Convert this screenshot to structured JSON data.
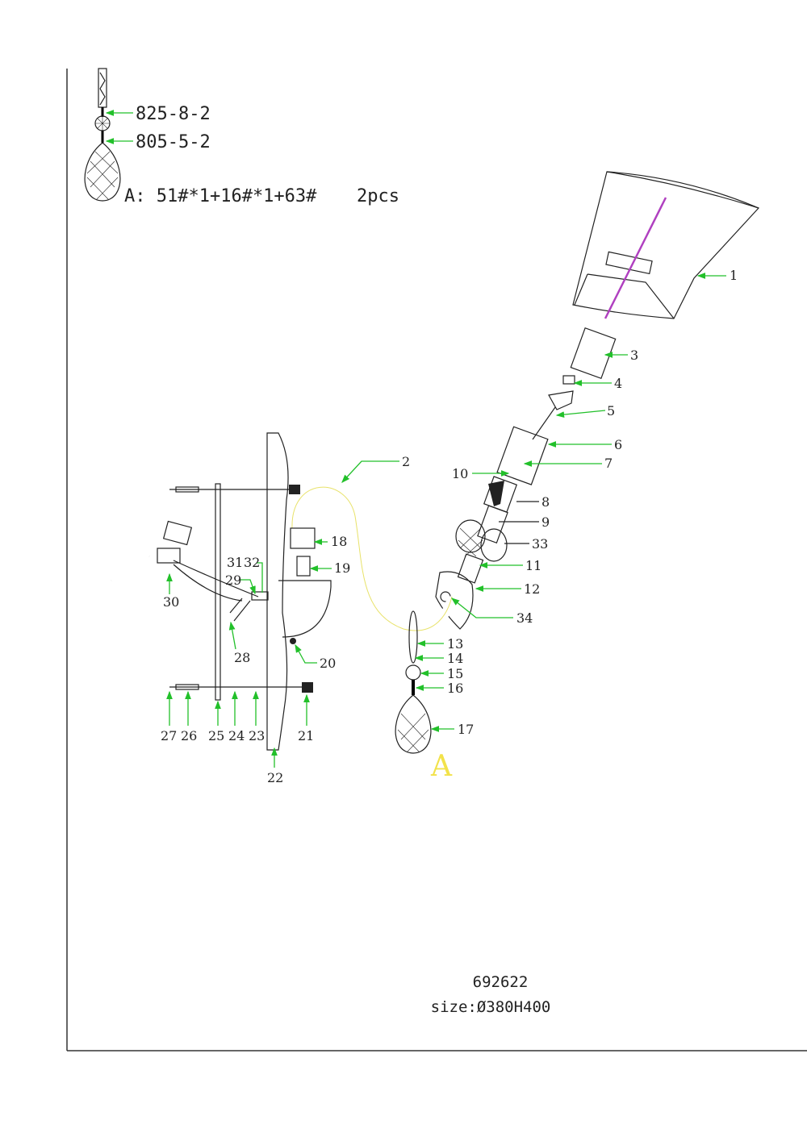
{
  "detail_a": {
    "callouts": [
      "825-8-2",
      "805-5-2"
    ],
    "spec": "A: 51#*1+16#*1+63#",
    "qty": "2pcs"
  },
  "callouts": {
    "p1": "1",
    "p2": "2",
    "p3": "3",
    "p4": "4",
    "p5": "5",
    "p6": "6",
    "p7": "7",
    "p8": "8",
    "p9": "9",
    "p10": "10",
    "p11": "11",
    "p12": "12",
    "p13": "13",
    "p14": "14",
    "p15": "15",
    "p16": "16",
    "p17": "17",
    "p18": "18",
    "p19": "19",
    "p20": "20",
    "p21": "21",
    "p22": "22",
    "p23": "23",
    "p24": "24",
    "p25": "25",
    "p26": "26",
    "p27": "27",
    "p28": "28",
    "p29": "29",
    "p30": "30",
    "p31": "31",
    "p32": "32",
    "p33": "33",
    "p34": "34"
  },
  "detail_marker": "A",
  "footer": {
    "model": "692622",
    "size": "size:Ø380H400"
  },
  "colors": {
    "leader": "#22c02a",
    "marker": "#f2e24a",
    "accent": "#b040c0"
  }
}
